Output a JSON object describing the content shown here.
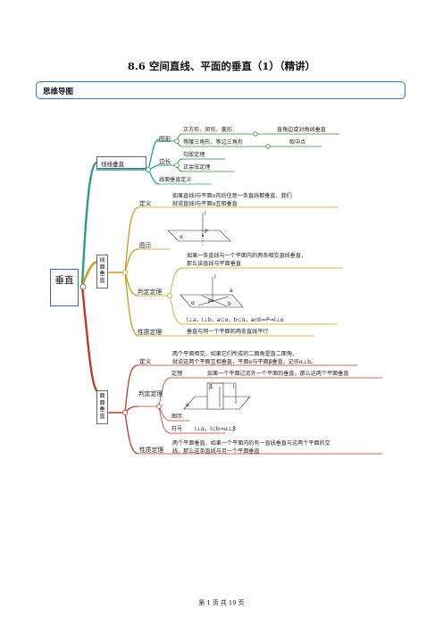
{
  "document": {
    "title": "8.6  空间直线、平面的垂直（1）（精讲）",
    "section_label": "思维导图",
    "footer": "第 1 页 共 19 页"
  },
  "mindmap": {
    "root": "垂直",
    "line_line": {
      "label": "线线垂直",
      "shape": "图形",
      "shape_item1": "正方形、矩形、菱形",
      "shape_item1_note": "直角边或对角线垂直",
      "shape_item2": "等腰三角形、等边三角形",
      "shape_item2_note": "取中点",
      "side_length": "边长",
      "pythagoras": "勾股定理",
      "cosine_rule": "正余弦定理",
      "definition": "线面垂直定义"
    },
    "line_plane": {
      "label": "线面垂直",
      "definition": "定义",
      "definition_text_1": "如果直线l与平面α内的任意一条直线都垂直，我们",
      "definition_text_2": "就说直线l与平面α互相垂直",
      "figure": "图示",
      "figure_l": "l",
      "figure_p": "P",
      "figure_alpha": "α",
      "criterion": "判定定理",
      "criterion_text_1": "如果一条直线与一个平面内的两条相交直线垂直，",
      "criterion_text_2": "那么该直线与平面垂直",
      "criterion_fig_l": "l",
      "criterion_fig_a": "a",
      "criterion_fig_b": "b",
      "criterion_fig_p": "P",
      "criterion_fig_alpha": "α",
      "criterion_symbol": "l⊥a，l⊥b，a⊂α，b⊂α，a∩b=P⇒l⊥α",
      "property": "性质定理",
      "property_text": "垂直与同一个平面的两条直线平行"
    },
    "plane_plane": {
      "label": "面面垂直",
      "definition": "定义",
      "definition_text_1": "两个平面相交，如果它们所成的二面角是直二面角，",
      "definition_text_2": "就说这两个平面互相垂直，平面α与平面β垂直，记作α⊥b。",
      "criterion": "判定定理",
      "theorem": "定理",
      "theorem_text": "如果一个平面过另外一个平面的垂直，那么这两个平面垂直",
      "figure": "图示",
      "figure_beta": "β",
      "figure_l": "l",
      "figure_alpha": "α",
      "symbol": "符号",
      "symbol_text": "l⊥α，l⊂b⇒α⊥β",
      "property": "性质定理",
      "property_text_1": "两个平面垂直，如果一个平面内的有一直线垂直与这两个平面的交",
      "property_text_2": "线，那么这条直线与另一个平面垂直"
    }
  },
  "colors": {
    "section_border": "#3b6fb6",
    "root_border": "#3366cc",
    "branch_line_line": "#2e9a8a",
    "branch_line_plane": "#c89a1c",
    "branch_plane_plane": "#c0392b",
    "sub_green": "#3a8a3a"
  }
}
